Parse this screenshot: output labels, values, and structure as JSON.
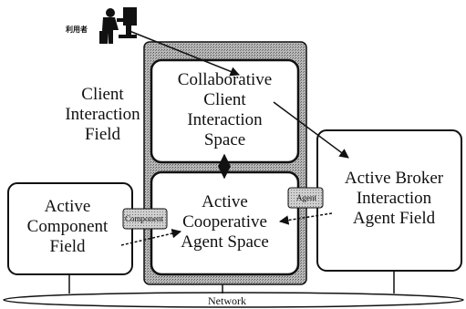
{
  "user": {
    "label": "利用者",
    "icon": "user-at-computer-icon"
  },
  "client_field": {
    "lines": [
      "Client",
      "Interaction",
      "Field"
    ]
  },
  "collaborative_space": {
    "lines": [
      "Collaborative",
      "Client",
      "Interaction",
      "Space"
    ]
  },
  "cooperative_space": {
    "lines": [
      "Active",
      "Cooperative",
      "Agent Space"
    ]
  },
  "component_field": {
    "lines": [
      "Active",
      "Component",
      "Field"
    ]
  },
  "broker_field": {
    "lines": [
      "Active Broker",
      "Interaction",
      "Agent Field"
    ]
  },
  "tags": {
    "component": "Component",
    "agent": "Agent"
  },
  "network": {
    "label": "Network"
  }
}
